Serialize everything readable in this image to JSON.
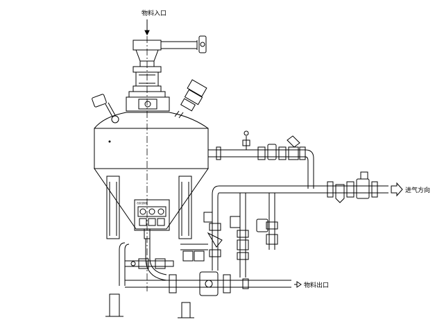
{
  "labels": {
    "material_inlet": "物料入口",
    "air_inlet_direction": "进气方向",
    "material_outlet": "物料出口"
  },
  "panel": {
    "title": "仓泵控制柜"
  },
  "arrows": {
    "air_inlet_arrow": "air-direction-arrow",
    "material_outlet_arrow": "outlet-direction-arrow"
  }
}
